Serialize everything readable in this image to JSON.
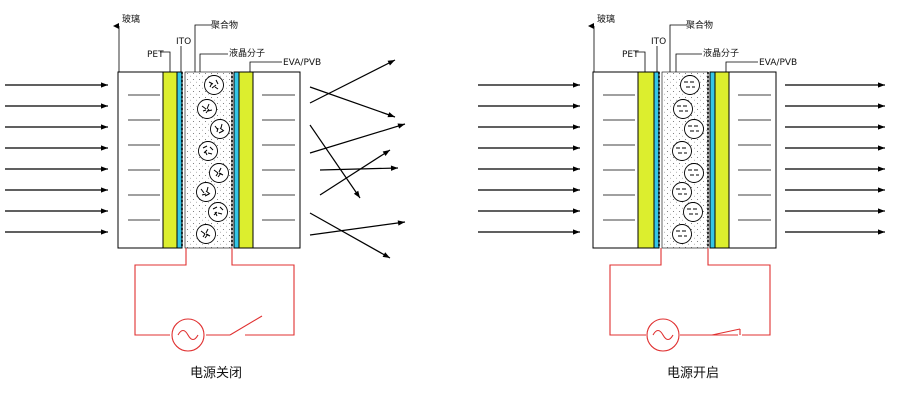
{
  "panels": [
    {
      "id": "off",
      "caption": "电源关闭",
      "labels": {
        "glass": "玻璃",
        "pet": "PET",
        "ito": "ITO",
        "polymer": "聚合物",
        "liquid_crystal": "液晶分子",
        "eva_pvb": "EVA/PVB"
      },
      "switch_state": "open",
      "output_light": "scattered"
    },
    {
      "id": "on",
      "caption": "电源开启",
      "labels": {
        "glass": "玻璃",
        "pet": "PET",
        "ito": "ITO",
        "polymer": "聚合物",
        "liquid_crystal": "液晶分子",
        "eva_pvb": "EVA/PVB"
      },
      "switch_state": "closed",
      "output_light": "transmitted"
    }
  ],
  "colors": {
    "pet_layer": "#dcee2e",
    "ito_layer": "#34c6e6",
    "circuit": "#e03030",
    "line": "#000000"
  },
  "icons": {
    "power_source": "ac-source-icon",
    "switch": "switch-icon",
    "light_arrow": "arrow-right-icon"
  }
}
